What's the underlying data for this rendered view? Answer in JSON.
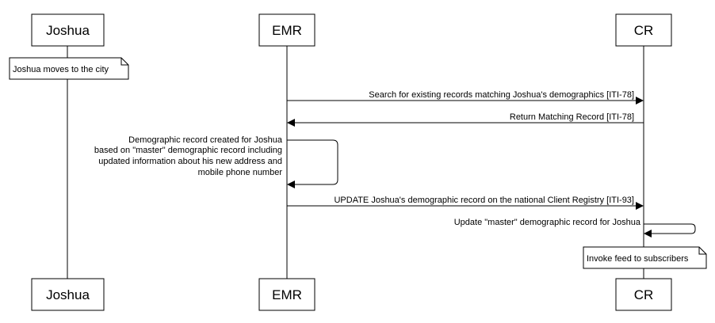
{
  "participants": [
    {
      "id": "joshua",
      "label": "Joshua"
    },
    {
      "id": "emr",
      "label": "EMR"
    },
    {
      "id": "cr",
      "label": "CR"
    }
  ],
  "notes": [
    {
      "id": "note-moves",
      "text": "Joshua moves to the city"
    },
    {
      "id": "note-feed",
      "text": "Invoke feed to subscribers"
    }
  ],
  "messages": [
    {
      "id": "msg-search",
      "from": "EMR",
      "to": "CR",
      "lines": [
        "Search for existing records matching Joshua's demographics [ITI-78]"
      ]
    },
    {
      "id": "msg-return",
      "from": "CR",
      "to": "EMR",
      "lines": [
        "Return Matching Record [ITI-78]"
      ]
    },
    {
      "id": "msg-create",
      "from": "EMR",
      "to": "EMR",
      "lines": [
        "Demographic record created for Joshua",
        "based on \"master\" demographic record including",
        "updated information about his new address and",
        "mobile phone number"
      ]
    },
    {
      "id": "msg-update",
      "from": "EMR",
      "to": "CR",
      "lines": [
        "UPDATE Joshua's demographic record on the national Client Registry [ITI-93]"
      ]
    },
    {
      "id": "msg-master",
      "from": "CR",
      "to": "CR",
      "lines": [
        "Update \"master\" demographic record for Joshua"
      ]
    }
  ]
}
